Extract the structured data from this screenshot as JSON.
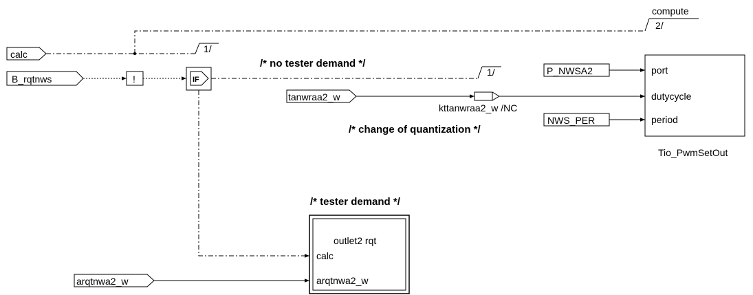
{
  "inputs": {
    "calc": "calc",
    "b_rqtnws": "B_rqtnws",
    "tanwraa2_w": "tanwraa2_w",
    "arqtnwa2_w": "arqtnwa2_w",
    "p_nwsa2": "P_NWSA2",
    "nws_per": "NWS_PER"
  },
  "sequence": {
    "compute": "compute",
    "compute_index": "2/",
    "calc_index": "1/",
    "if_index": "1/"
  },
  "blocks": {
    "not_symbol": "!",
    "if_symbol": "IF",
    "conversion_label": "kttanwraa2_w /NC",
    "tio": {
      "name": "Tio_PwmSetOut",
      "ports": [
        "port",
        "dutycycle",
        "period"
      ]
    },
    "tester": {
      "title": "outlet2 rqt",
      "ports": [
        "calc",
        "arqtnwa2_w"
      ]
    }
  },
  "comments": {
    "no_tester": "/* no tester demand */",
    "change_quant": "/* change of quantization */",
    "tester": "/* tester demand */"
  }
}
